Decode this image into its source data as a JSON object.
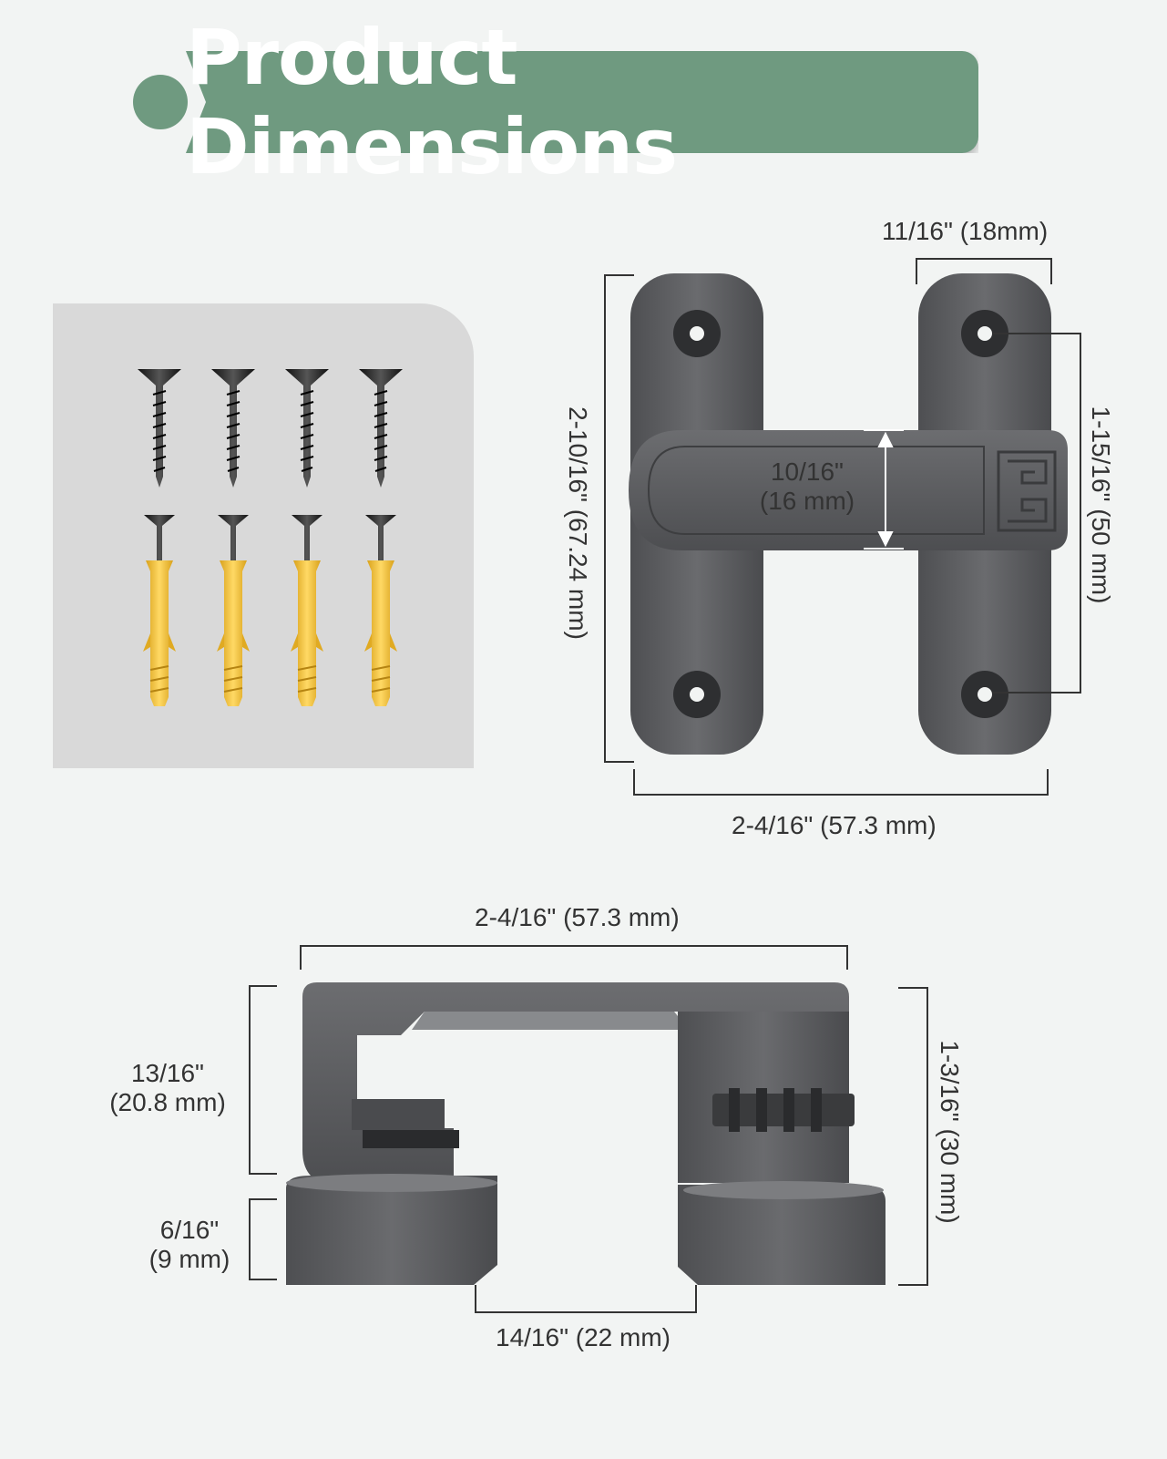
{
  "header": {
    "title": "Product Dimensions"
  },
  "top_view": {
    "bolt_width": "11/16\" (18mm)",
    "height": "2-10/16\" (67.24 mm)",
    "bar_height_line1": "10/16\"",
    "bar_height_line2": "(16  mm)",
    "hole_spacing": "1-15/16\" (50 mm)",
    "width": "2-4/16\" (57.3 mm)"
  },
  "side_view": {
    "width": "2-4/16\" (57.3 mm)",
    "upper_height_line1": "13/16\"",
    "upper_height_line2": "(20.8 mm)",
    "base_height_line1": "6/16\"",
    "base_height_line2": "(9 mm)",
    "total_height": "1-3/16\" (30 mm)",
    "gap": "14/16\" (22 mm)"
  },
  "accessories": {
    "screw_count": 4,
    "anchor_count": 4
  },
  "colors": {
    "accent": "#6f9a80",
    "metal": "#5e5f62",
    "anchor": "#f0c23c",
    "screw": "#2a2a2a",
    "background": "#f2f4f3"
  }
}
